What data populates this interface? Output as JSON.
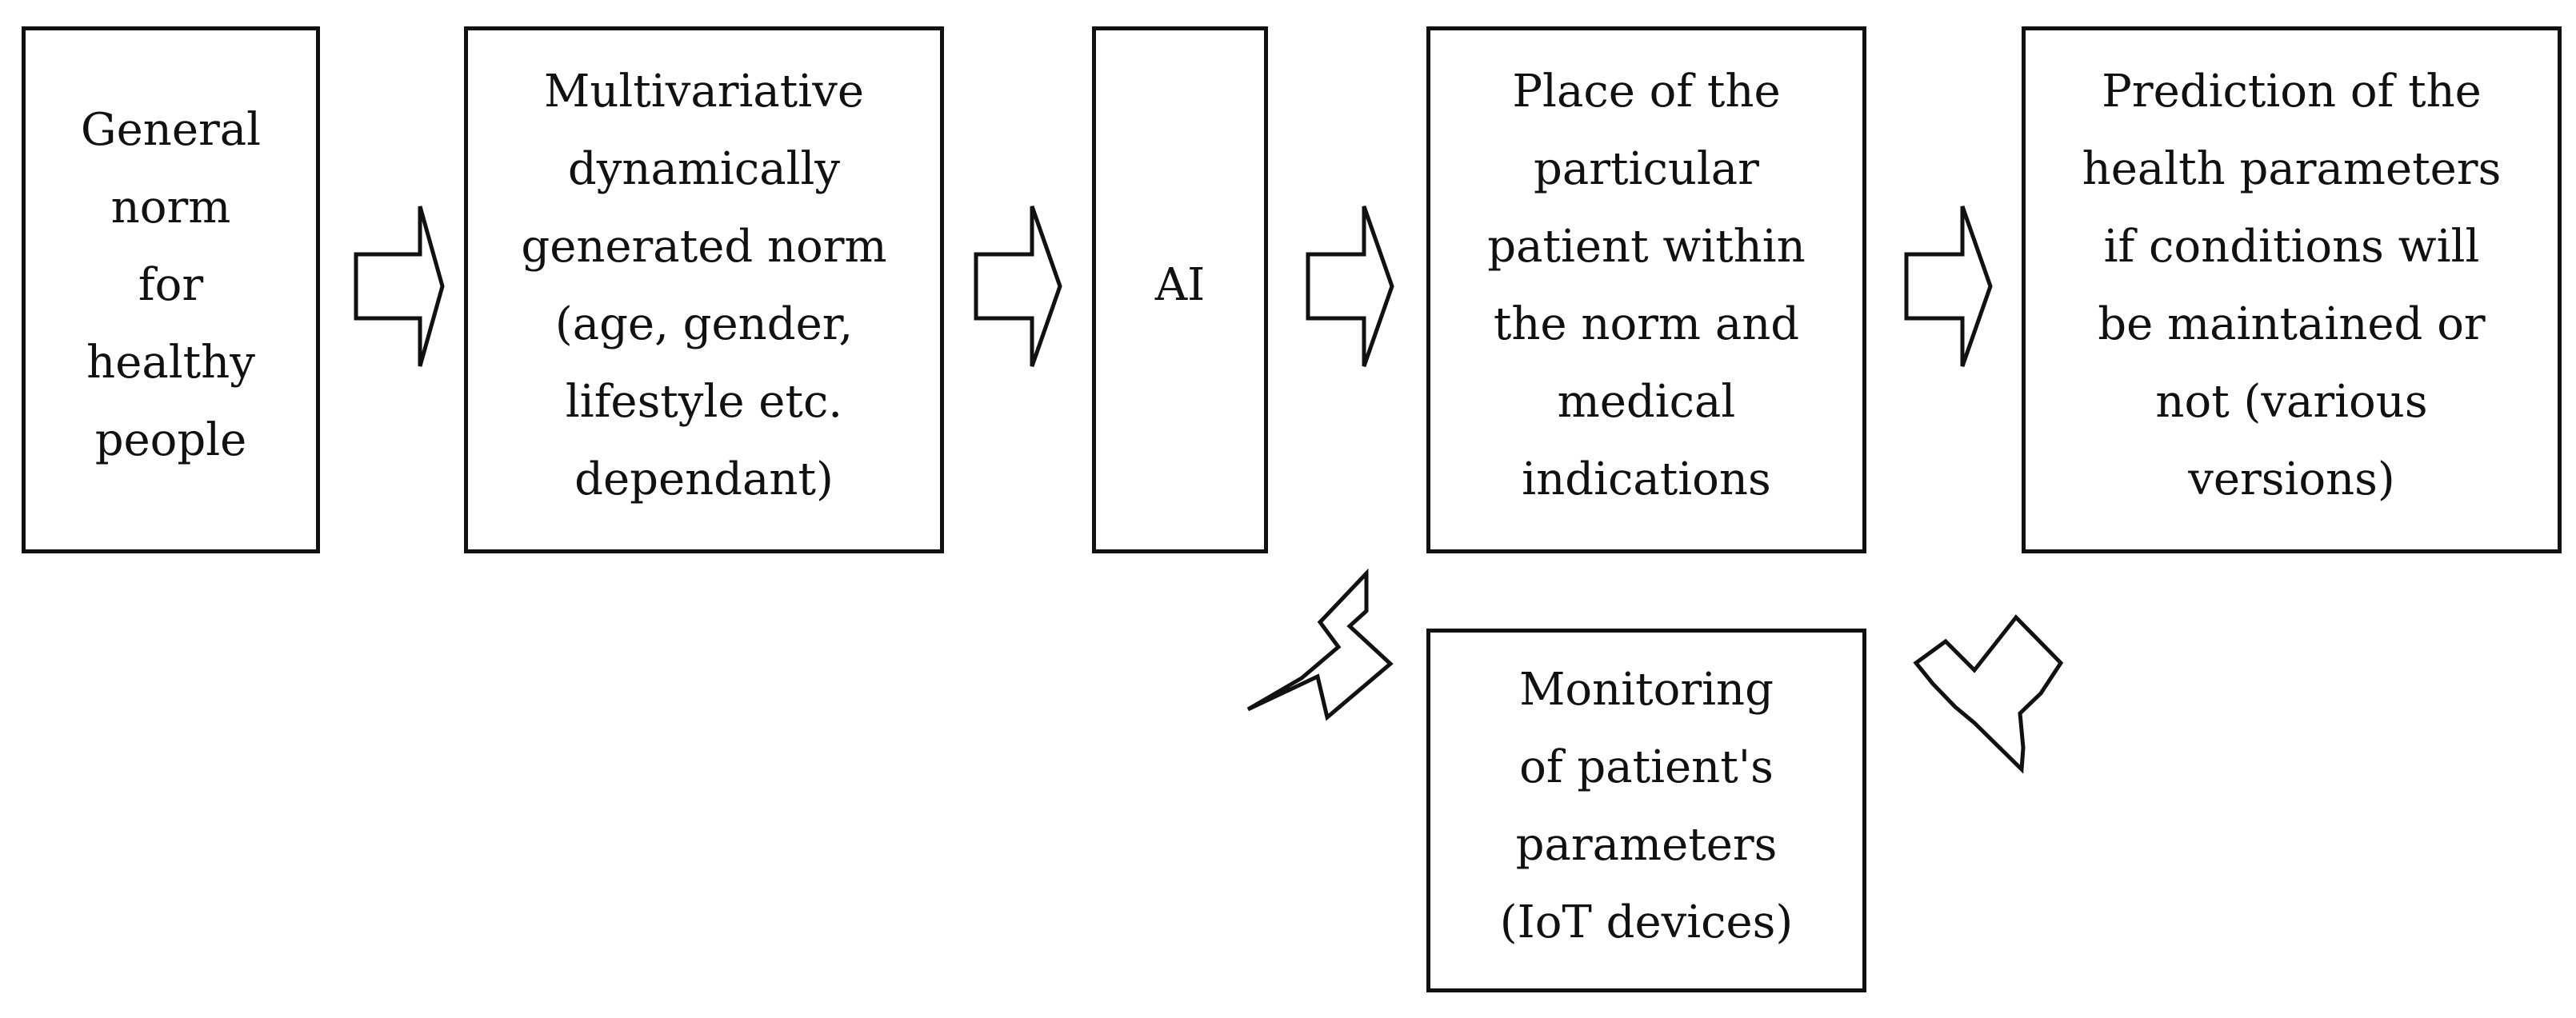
{
  "diagram": {
    "nodes": [
      {
        "id": "general-norm",
        "label": "General\nnorm\nfor\nhealthy\npeople"
      },
      {
        "id": "multivariative-norm",
        "label": "Multivariative\ndynamically\ngenerated norm\n(age, gender,\nlifestyle etc.\ndependant)"
      },
      {
        "id": "ai",
        "label": "AI"
      },
      {
        "id": "patient-place",
        "label": "Place of the\nparticular\npatient within\nthe norm and\nmedical\nindications"
      },
      {
        "id": "prediction",
        "label": "Prediction of the\nhealth parameters\nif conditions will\nbe maintained or\nnot (various\nversions)"
      },
      {
        "id": "monitoring",
        "label": "Monitoring\nof patient's\nparameters\n(IoT devices)"
      }
    ],
    "arrows": [
      {
        "from": "general-norm",
        "to": "multivariative-norm",
        "icon": "hollow-right-arrow"
      },
      {
        "from": "multivariative-norm",
        "to": "ai",
        "icon": "hollow-right-arrow"
      },
      {
        "from": "ai",
        "to": "patient-place",
        "icon": "hollow-right-arrow"
      },
      {
        "from": "patient-place",
        "to": "prediction",
        "icon": "hollow-right-arrow"
      },
      {
        "from": "prediction",
        "to": "monitoring",
        "icon": "hollow-curved-arrow"
      },
      {
        "from": "monitoring",
        "to": "patient-place",
        "icon": "hollow-curved-arrow"
      }
    ]
  }
}
